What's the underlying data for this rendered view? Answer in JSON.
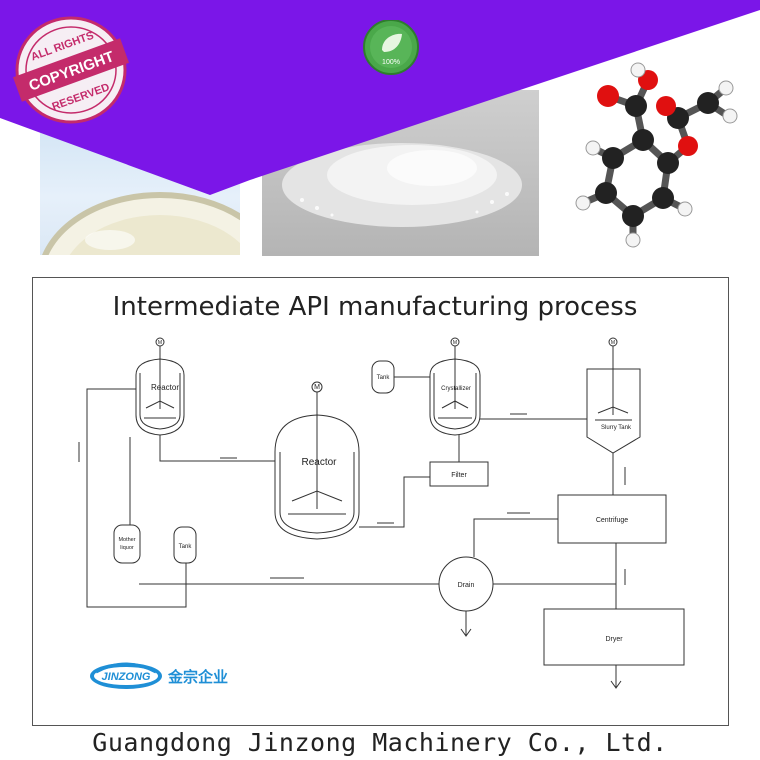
{
  "stamp": {
    "top": "ALL RIGHTS",
    "middle": "COPYRIGHT",
    "bottom": "RESERVED"
  },
  "eco_badge": {
    "label": "100%",
    "color": "#3f9a3f"
  },
  "banner_color": "#7b16e8",
  "diagram": {
    "title": "Intermediate API manufacturing process",
    "labels": {
      "reactor_small": "Reactor",
      "reactor_large": "Reactor",
      "tank_top": "Tank",
      "crystallizer": "Crystallizer",
      "slurry_tank": "Slurry Tank",
      "filter": "Filter",
      "centrifuge": "Centrifuge",
      "mother_liquor": [
        "Mother",
        "liquor"
      ],
      "tank_bottom": "Tank",
      "drain": "Drain",
      "dryer": "Dryer",
      "motor": "M"
    }
  },
  "logo": {
    "brand": "JINZONG",
    "chinese": "金宗企业",
    "color": "#1f8fd6"
  },
  "footer": {
    "company": "Guangdong Jinzong Machinery Co., Ltd."
  }
}
